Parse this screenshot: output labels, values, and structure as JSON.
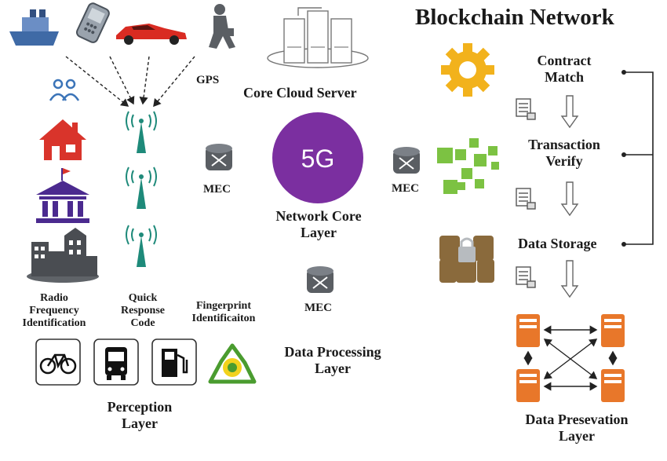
{
  "title": "Blockchain Network",
  "labels": {
    "gps": "GPS",
    "core_cloud": "Core Cloud Server",
    "mec_left": "MEC",
    "mec_right": "MEC",
    "mec_bottom": "MEC",
    "five_g": "5G",
    "network_core_1": "Network Core",
    "network_core_2": "Layer",
    "rfid_1": "Radio",
    "rfid_2": "Frequency",
    "rfid_3": "Identification",
    "qr_1": "Quick",
    "qr_2": "Response",
    "qr_3": "Code",
    "fp_1": "Fingerprint",
    "fp_2": "Identificaiton",
    "data_proc_1": "Data Processing",
    "data_proc_2": "Layer",
    "perception_1": "Perception",
    "perception_2": "Layer",
    "contract_1": "Contract",
    "contract_2": "Match",
    "transaction_1": "Transaction",
    "transaction_2": "Verify",
    "data_storage": "Data Storage",
    "preservation_1": "Data Presevation",
    "preservation_2": "Layer"
  },
  "colors": {
    "five_g_circle": "#7b2fa0",
    "server_orange": "#e8772a",
    "gear_yellow": "#f2b21c",
    "block_green": "#7cc242",
    "tower_green": "#1e8a7a",
    "building_red": "#d9342b",
    "building_purple": "#4b2a8f",
    "icon_blue": "#3b74b8"
  }
}
